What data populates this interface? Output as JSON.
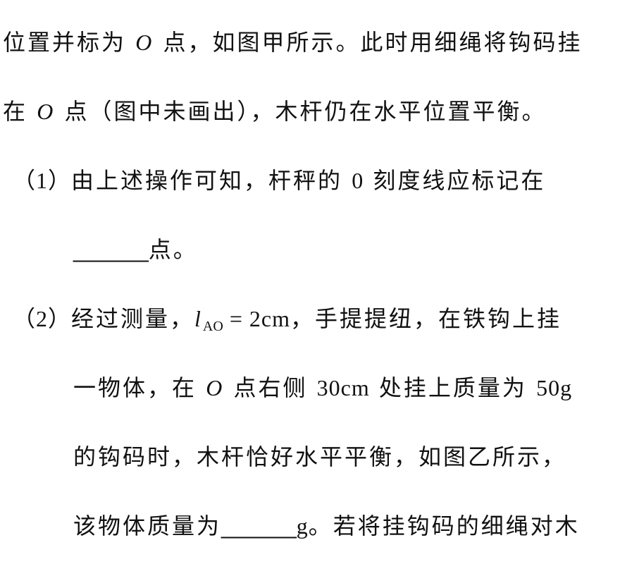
{
  "lines": [
    {
      "a": "位置并标为 ",
      "o": "O",
      "b": " 点，如图甲所示。此时用细绳将钩码挂"
    },
    {
      "a": "在 ",
      "o": "O",
      "b": " 点（图中未画出），木杆仍在水平位置平衡。"
    },
    {
      "num": "（1）",
      "a": "由上述操作可知，杆秤的 ",
      "zero": "0",
      "b": " 刻度线应标记在"
    },
    {
      "blank": "______",
      "b": "点。"
    },
    {
      "num": "（2）",
      "a": "经过测量，",
      "l": "l",
      "sub": "AO",
      "eq": " = 2cm",
      "b": "，手提提纽，在铁钩上挂"
    },
    {
      "a": "一物体，在 ",
      "o": "O",
      "b": " 点右侧 ",
      "dist": "30cm",
      "c": " 处挂上质量为 ",
      "mass": "50g"
    },
    {
      "a": "的钩码时，木杆恰好水平平衡，如图乙所示，"
    },
    {
      "a": "该物体质量为",
      "blank": "______",
      "unit": "g",
      "b": "。若将挂钩码的细绳对木"
    }
  ]
}
